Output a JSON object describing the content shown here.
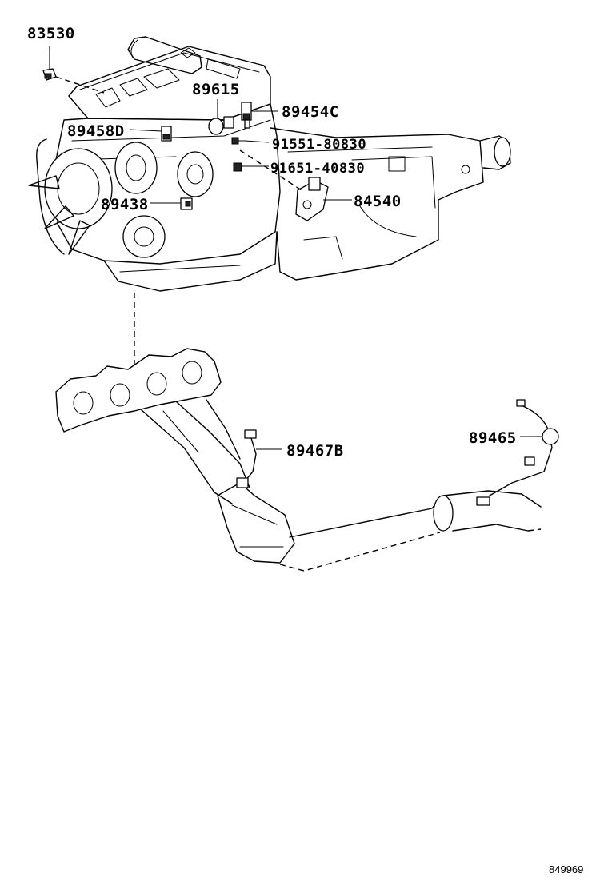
{
  "diagram": {
    "id_code": "849969",
    "colors": {
      "line": "#000000",
      "background": "#ffffff"
    },
    "parts": [
      {
        "key": "p83530",
        "number": "83530"
      },
      {
        "key": "p89615",
        "number": "89615"
      },
      {
        "key": "p89454C",
        "number": "89454C"
      },
      {
        "key": "p89458D",
        "number": "89458D"
      },
      {
        "key": "p91551",
        "number": "91551-80830"
      },
      {
        "key": "p91651",
        "number": "91651-40830"
      },
      {
        "key": "p89438",
        "number": "89438"
      },
      {
        "key": "p84540",
        "number": "84540"
      },
      {
        "key": "p89467B",
        "number": "89467B"
      },
      {
        "key": "p89465",
        "number": "89465"
      }
    ]
  }
}
